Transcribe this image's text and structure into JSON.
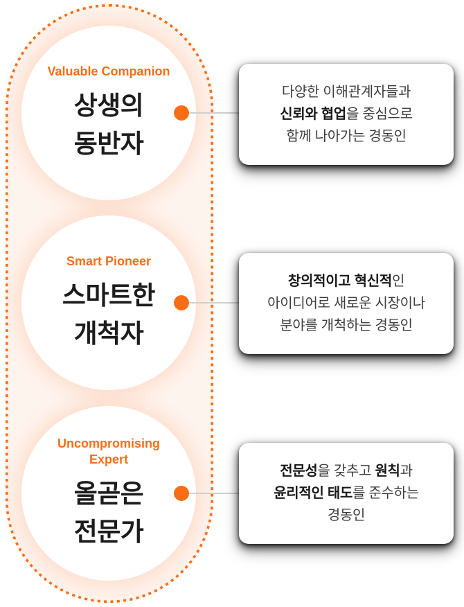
{
  "colors": {
    "accent_orange": "#F76E17",
    "capsule_background": "#FEF4EE",
    "circle_background": "#FFFFFF",
    "card_background": "#FFFFFF",
    "title_text": "#1C1C1C",
    "description_text": "#3E3E3E",
    "description_bold_text": "#181818",
    "connector_line": "#CFCFCF"
  },
  "items": [
    {
      "label_lines": [
        "Valuable Companion"
      ],
      "title_line1": "상생의",
      "title_line2": "동반자",
      "desc": [
        [
          {
            "text": "다양한 이해관계자들과",
            "bold": false
          }
        ],
        [
          {
            "text": "신뢰와 협업",
            "bold": true
          },
          {
            "text": "을 중심으로",
            "bold": false
          }
        ],
        [
          {
            "text": "함께 나아가는 경동인",
            "bold": false
          }
        ]
      ]
    },
    {
      "label_lines": [
        "Smart Pioneer"
      ],
      "title_line1": "스마트한",
      "title_line2": "개척자",
      "desc": [
        [
          {
            "text": "창의적이고 혁신적",
            "bold": true
          },
          {
            "text": "인",
            "bold": false
          }
        ],
        [
          {
            "text": "아이디어로 새로운 시장이나",
            "bold": false
          }
        ],
        [
          {
            "text": "분야를 개척하는 경동인",
            "bold": false
          }
        ]
      ]
    },
    {
      "label_lines": [
        "Uncompromising",
        "Expert"
      ],
      "title_line1": "올곧은",
      "title_line2": "전문가",
      "desc": [
        [
          {
            "text": "전문성",
            "bold": true
          },
          {
            "text": "을 갖추고 ",
            "bold": false
          },
          {
            "text": "원칙",
            "bold": true
          },
          {
            "text": "과",
            "bold": false
          }
        ],
        [
          {
            "text": "윤리적인 태도",
            "bold": true
          },
          {
            "text": "를 준수하는",
            "bold": false
          }
        ],
        [
          {
            "text": "경동인",
            "bold": false
          }
        ]
      ]
    }
  ]
}
